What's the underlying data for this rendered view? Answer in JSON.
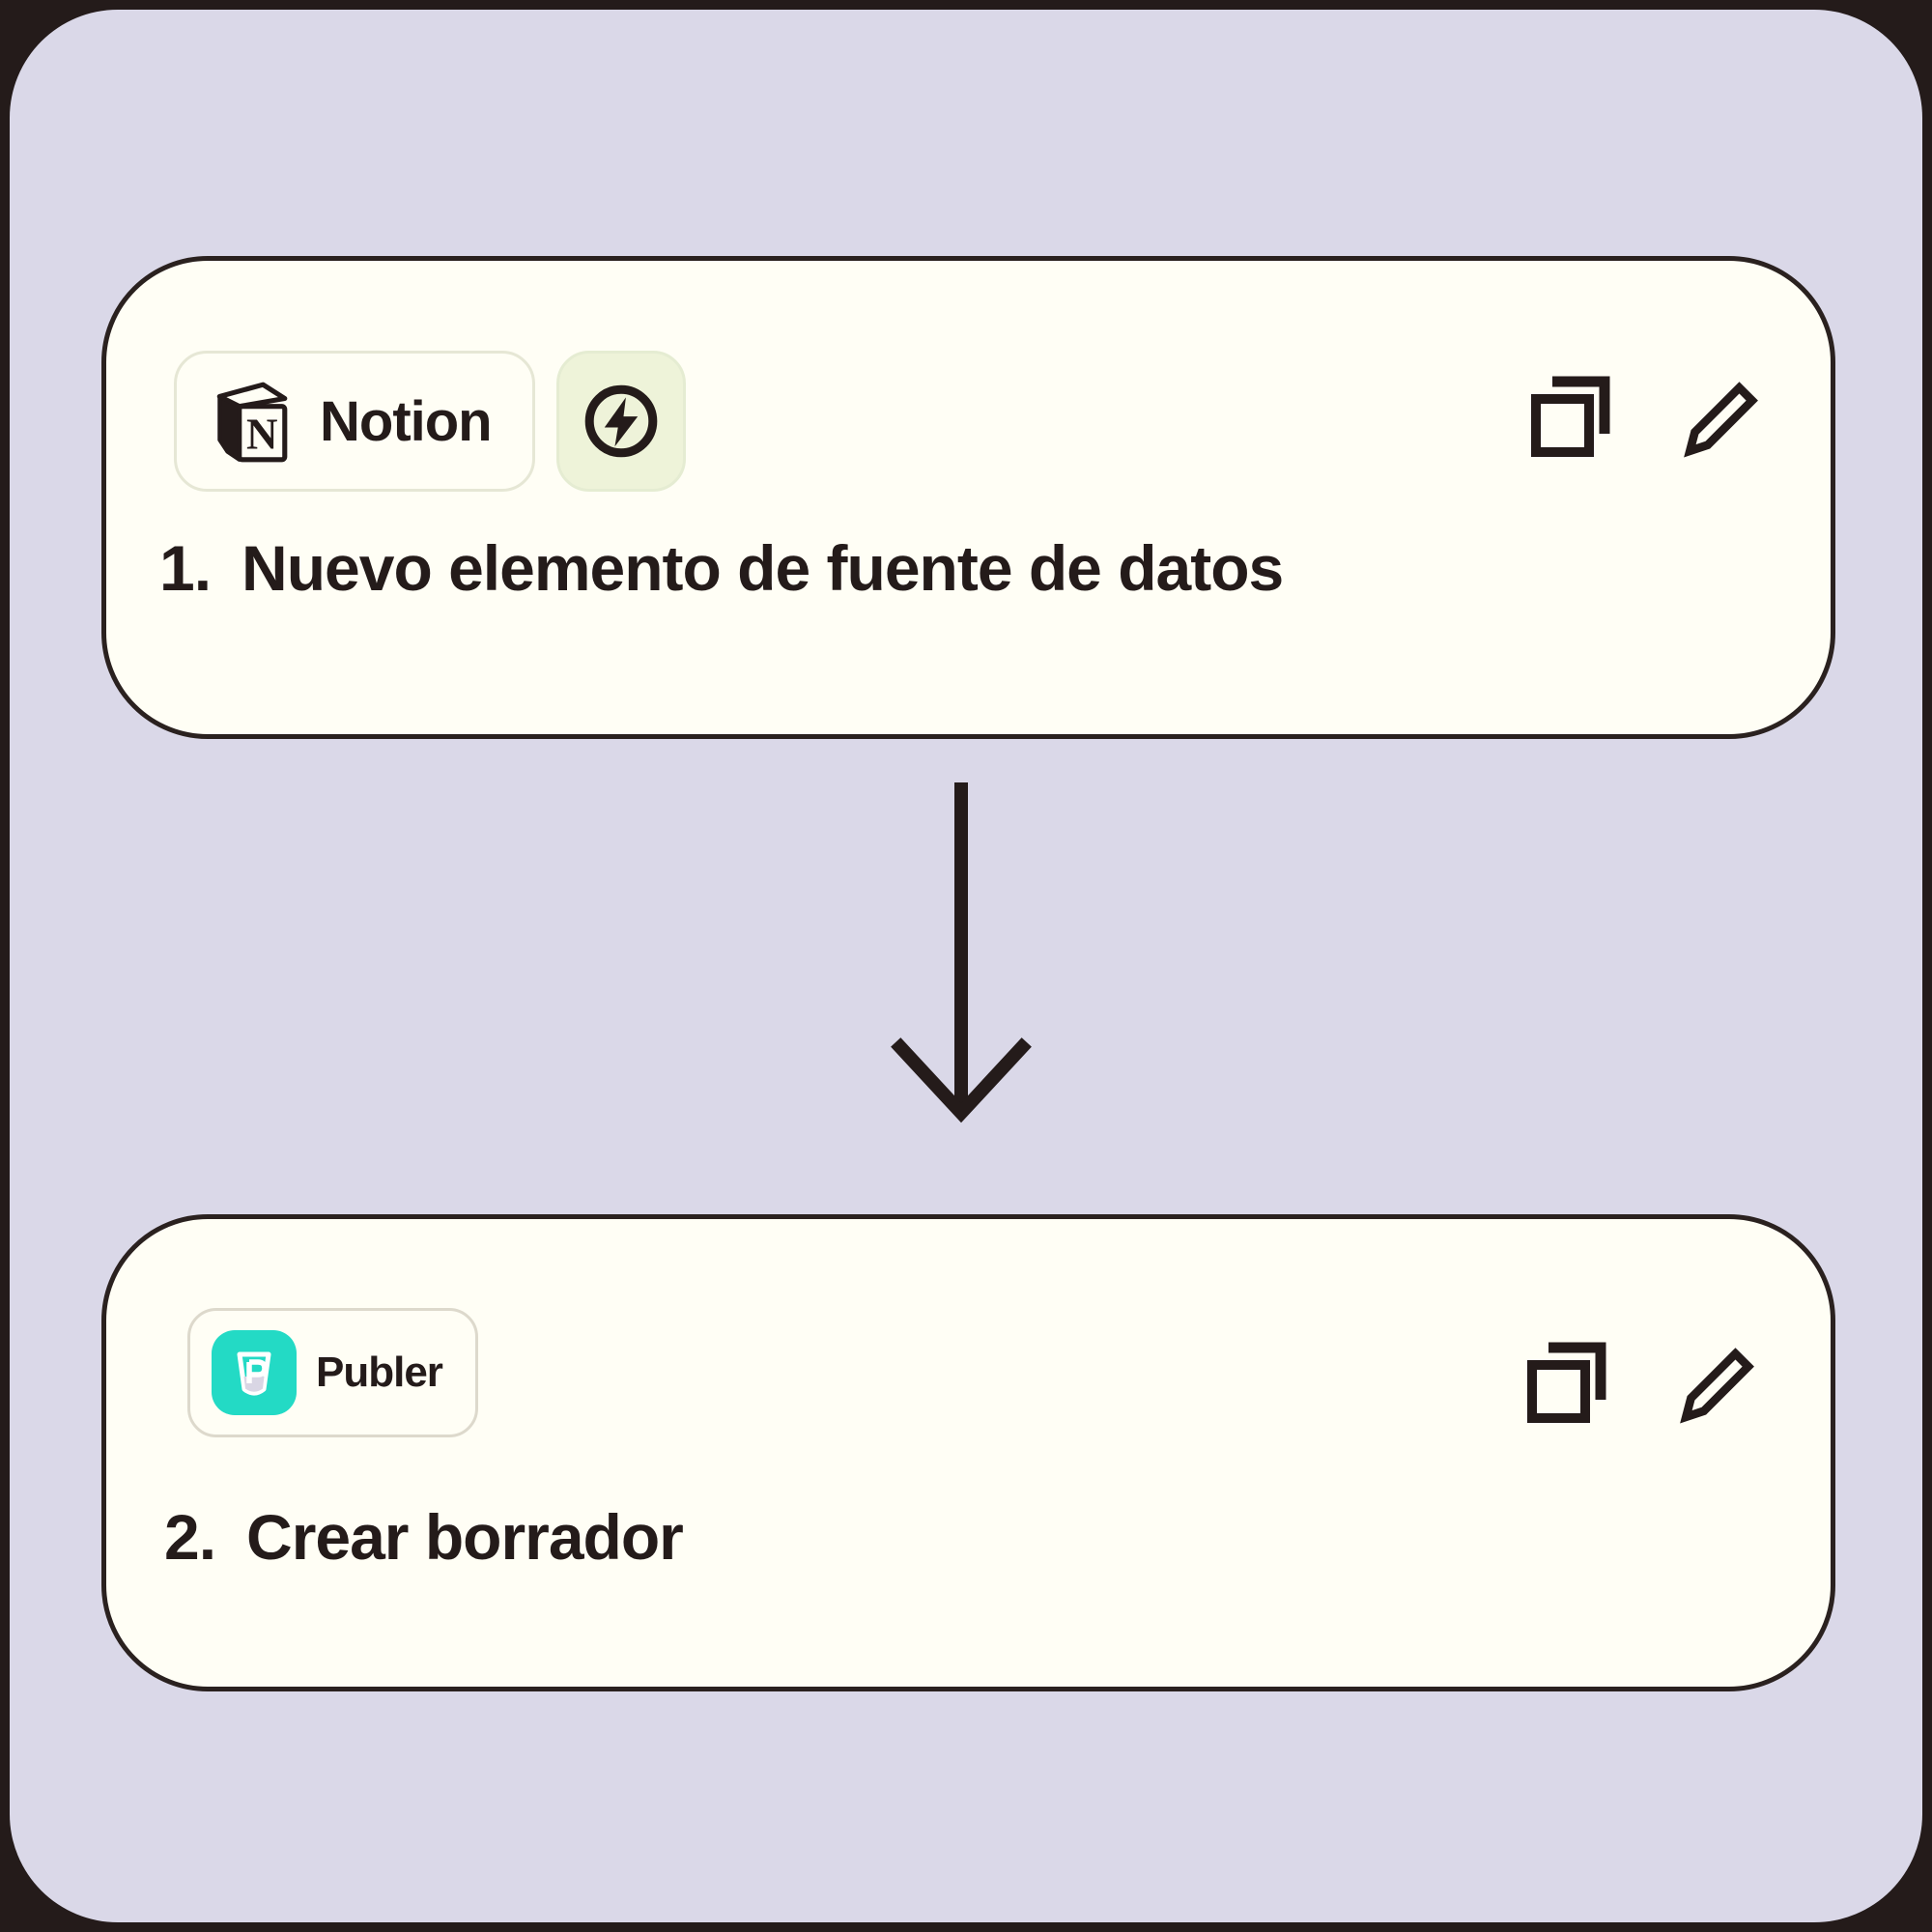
{
  "colors": {
    "frame": "#241b1a",
    "panel-bg": "#dad8e8",
    "card-bg": "#fffef5",
    "card-border": "#2a211f",
    "ink": "#241b1a",
    "badge-border": "#e6e7d5",
    "badge-border-2": "#ddd9cc",
    "trigger-bg": "#eef3d9",
    "trigger-border": "#e5ecd2",
    "publer-teal": "#23dac5",
    "publer-fill": "#d9d6e4"
  },
  "steps": [
    {
      "app": "Notion",
      "number": "1.",
      "title": "Nuevo elemento de fuente de datos"
    },
    {
      "app": "Publer",
      "number": "2.",
      "title": "Crear borrador"
    }
  ],
  "icons": {
    "notion_logo": "notion-cube-logo",
    "trigger": "lightning-bolt-in-circle",
    "copy": "duplicate-squares",
    "edit": "pencil",
    "publer_logo": "publer-glass-logo",
    "connector": "down-arrow"
  }
}
